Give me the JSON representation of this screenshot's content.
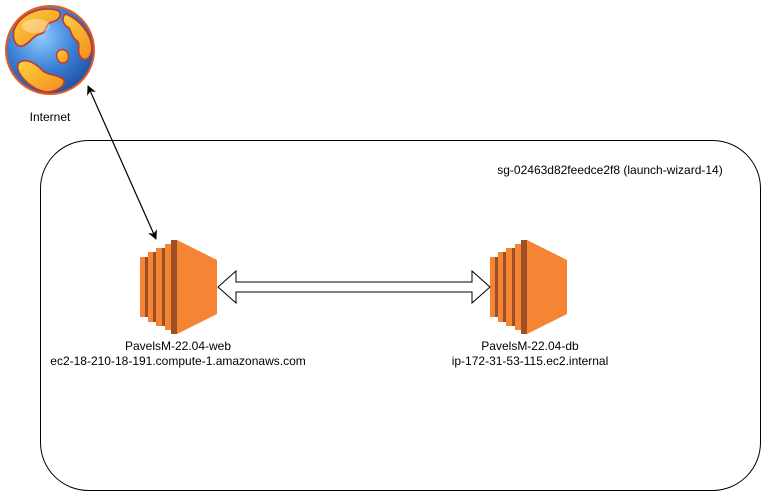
{
  "internet": {
    "label": "Internet",
    "icon": "globe-icon"
  },
  "security_group": {
    "label": "sg-02463d82feedce2f8 (launch-wizard-14)"
  },
  "web_instance": {
    "name": "PavelsM-22.04-web",
    "host": "ec2-18-210-18-191.compute-1.amazonaws.com",
    "icon": "ec2-instance-icon"
  },
  "db_instance": {
    "name": "PavelsM-22.04-db",
    "host": "ip-172-31-53-115.ec2.internal",
    "icon": "ec2-instance-icon"
  },
  "colors": {
    "ec2_light": "#F58534",
    "ec2_dark": "#9D5025",
    "globe_ocean": "#3A7FD5",
    "globe_land": "#F5A623",
    "globe_outline": "#C0392B"
  }
}
